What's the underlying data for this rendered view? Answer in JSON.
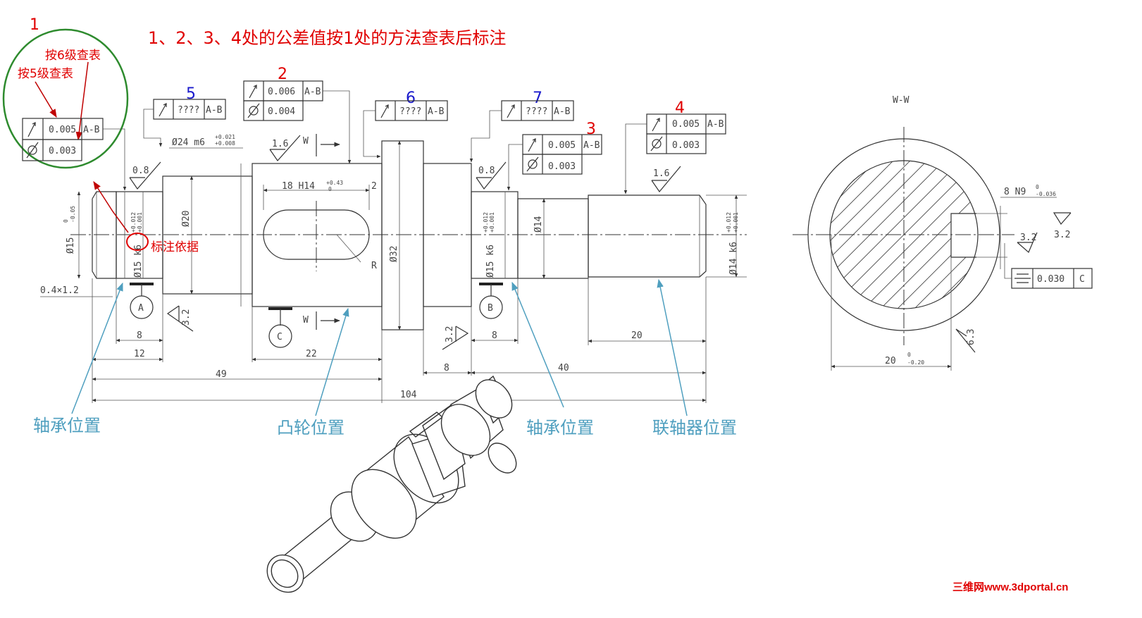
{
  "instruction": "1、2、3、4处的公差值按1处的方法查表后标注",
  "callout": {
    "number": "1",
    "grade6": "按6级查表",
    "grade5": "按5级查表",
    "basis": "标注依据",
    "fcf": {
      "runout": "0.005",
      "datum": "A-B",
      "circularity": "0.003"
    }
  },
  "fcf_numbers": [
    "2",
    "3",
    "4",
    "5",
    "6",
    "7"
  ],
  "fcf2": {
    "runout": "0.006",
    "datum": "A-B",
    "circularity": "0.004"
  },
  "fcf3": {
    "runout": "0.005",
    "datum": "A-B",
    "circularity": "0.003"
  },
  "fcf4": {
    "runout": "0.005",
    "datum": "A-B",
    "circularity": "0.003"
  },
  "fcf5": {
    "value": "????",
    "datum": "A-B"
  },
  "fcf6": {
    "value": "????",
    "datum": "A-B"
  },
  "fcf7": {
    "value": "????",
    "datum": "A-B"
  },
  "dims": {
    "d24": "Ø24 m6",
    "d24_tol_up": "+0.021",
    "d24_tol_lo": "+0.008",
    "d20": "Ø20",
    "d32": "Ø32",
    "d14": "Ø14",
    "d15_left": "Ø15",
    "d15_left_tol_up": "0",
    "d15_left_tol_lo": "-0.05",
    "d15k6": "Ø15 k6",
    "k6_tol_up": "+0.012",
    "k6_tol_lo": "+0.001",
    "d14k6": "Ø14 k6",
    "keyway": "18 H14",
    "keyway_tol_up": "+0.43",
    "keyway_tol_lo": "0",
    "two": "2",
    "R": "R",
    "chamfer": "0.4×1.2",
    "len8a": "8",
    "len12": "12",
    "len49": "49",
    "len22": "22",
    "len8b": "8",
    "len8c": "8",
    "len40": "40",
    "len104": "104",
    "len20": "20"
  },
  "roughness": {
    "r08a": "0.8",
    "r08b": "0.8",
    "r16a": "1.6",
    "r16b": "1.6",
    "r32a": "3.2",
    "r32b": "3.2"
  },
  "datums": {
    "A": "A",
    "B": "B",
    "C": "C"
  },
  "section": {
    "label": "W",
    "title": "W-W",
    "width": "8 N9",
    "width_tol_up": "0",
    "width_tol_lo": "-0.036",
    "r32a": "3.2",
    "r32b": "3.2",
    "r63": "6.3",
    "sym_value": "0.030",
    "sym_datum": "C",
    "depth": "20",
    "depth_tol_up": "0",
    "depth_tol_lo": "-0.20"
  },
  "positions": {
    "bearing_left": "轴承位置",
    "cam": "凸轮位置",
    "bearing_right": "轴承位置",
    "coupling": "联轴器位置"
  },
  "watermark": "三维网www.3dportal.cn",
  "colors": {
    "red": "#e00000",
    "blue": "#1a1acc",
    "teal": "#4f9fbf",
    "green": "#2e8b2e"
  }
}
